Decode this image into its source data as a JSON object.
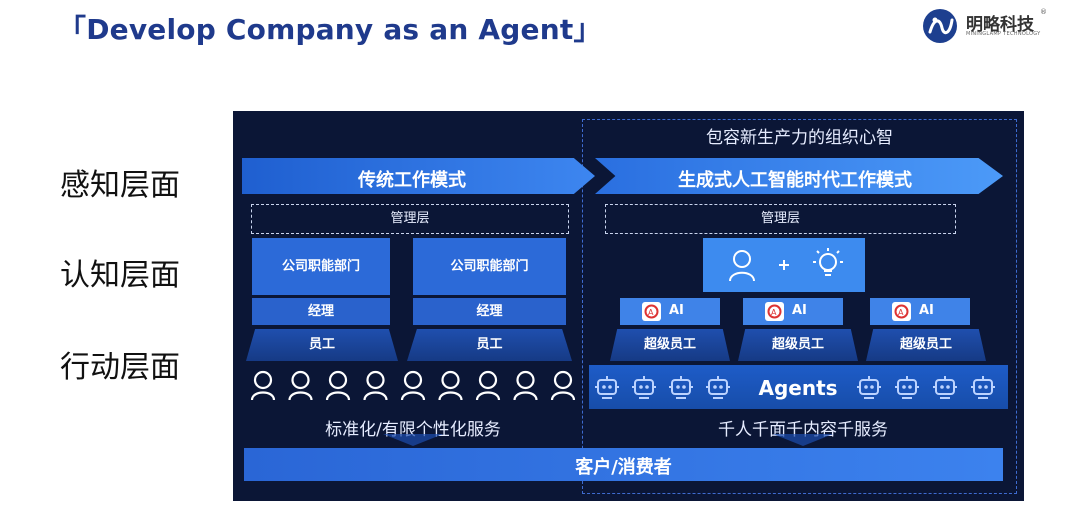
{
  "slide": {
    "title": "「Develop Company as an Agent」"
  },
  "brand": {
    "name": "明略科技",
    "registered_mark": "®",
    "subtitle": "MININGLAMP TECHNOLOGY",
    "logo_icon": "mininglamp-logo-icon"
  },
  "layers": [
    "感知层面",
    "认知层面",
    "行动层面"
  ],
  "diagram": {
    "right_header": "包容新生产力的组织心智",
    "left_mode": "传统工作模式",
    "right_mode": "生成式人工智能时代工作模式",
    "management_label": "管理层",
    "left_columns": [
      {
        "dept": "公司职能部门",
        "manager": "经理",
        "staff": "员工"
      },
      {
        "dept": "公司职能部门",
        "manager": "经理",
        "staff": "员工"
      }
    ],
    "human_ai_icons": [
      "person-icon",
      "plus-icon",
      "lightbulb-icon"
    ],
    "ai_label": "AI",
    "super_staff": [
      "超级员工",
      "超级员工",
      "超级员工"
    ],
    "agents_label": "Agents",
    "left_service": "标准化/有限个性化服务",
    "right_service": "千人千面千内容千服务",
    "customer": "客户/消费者"
  },
  "colors": {
    "title": "#1f3a8c",
    "panel_bg": "#0b1636",
    "accent_blue": "#2c6ad8",
    "light_blue": "#3d8bef"
  }
}
